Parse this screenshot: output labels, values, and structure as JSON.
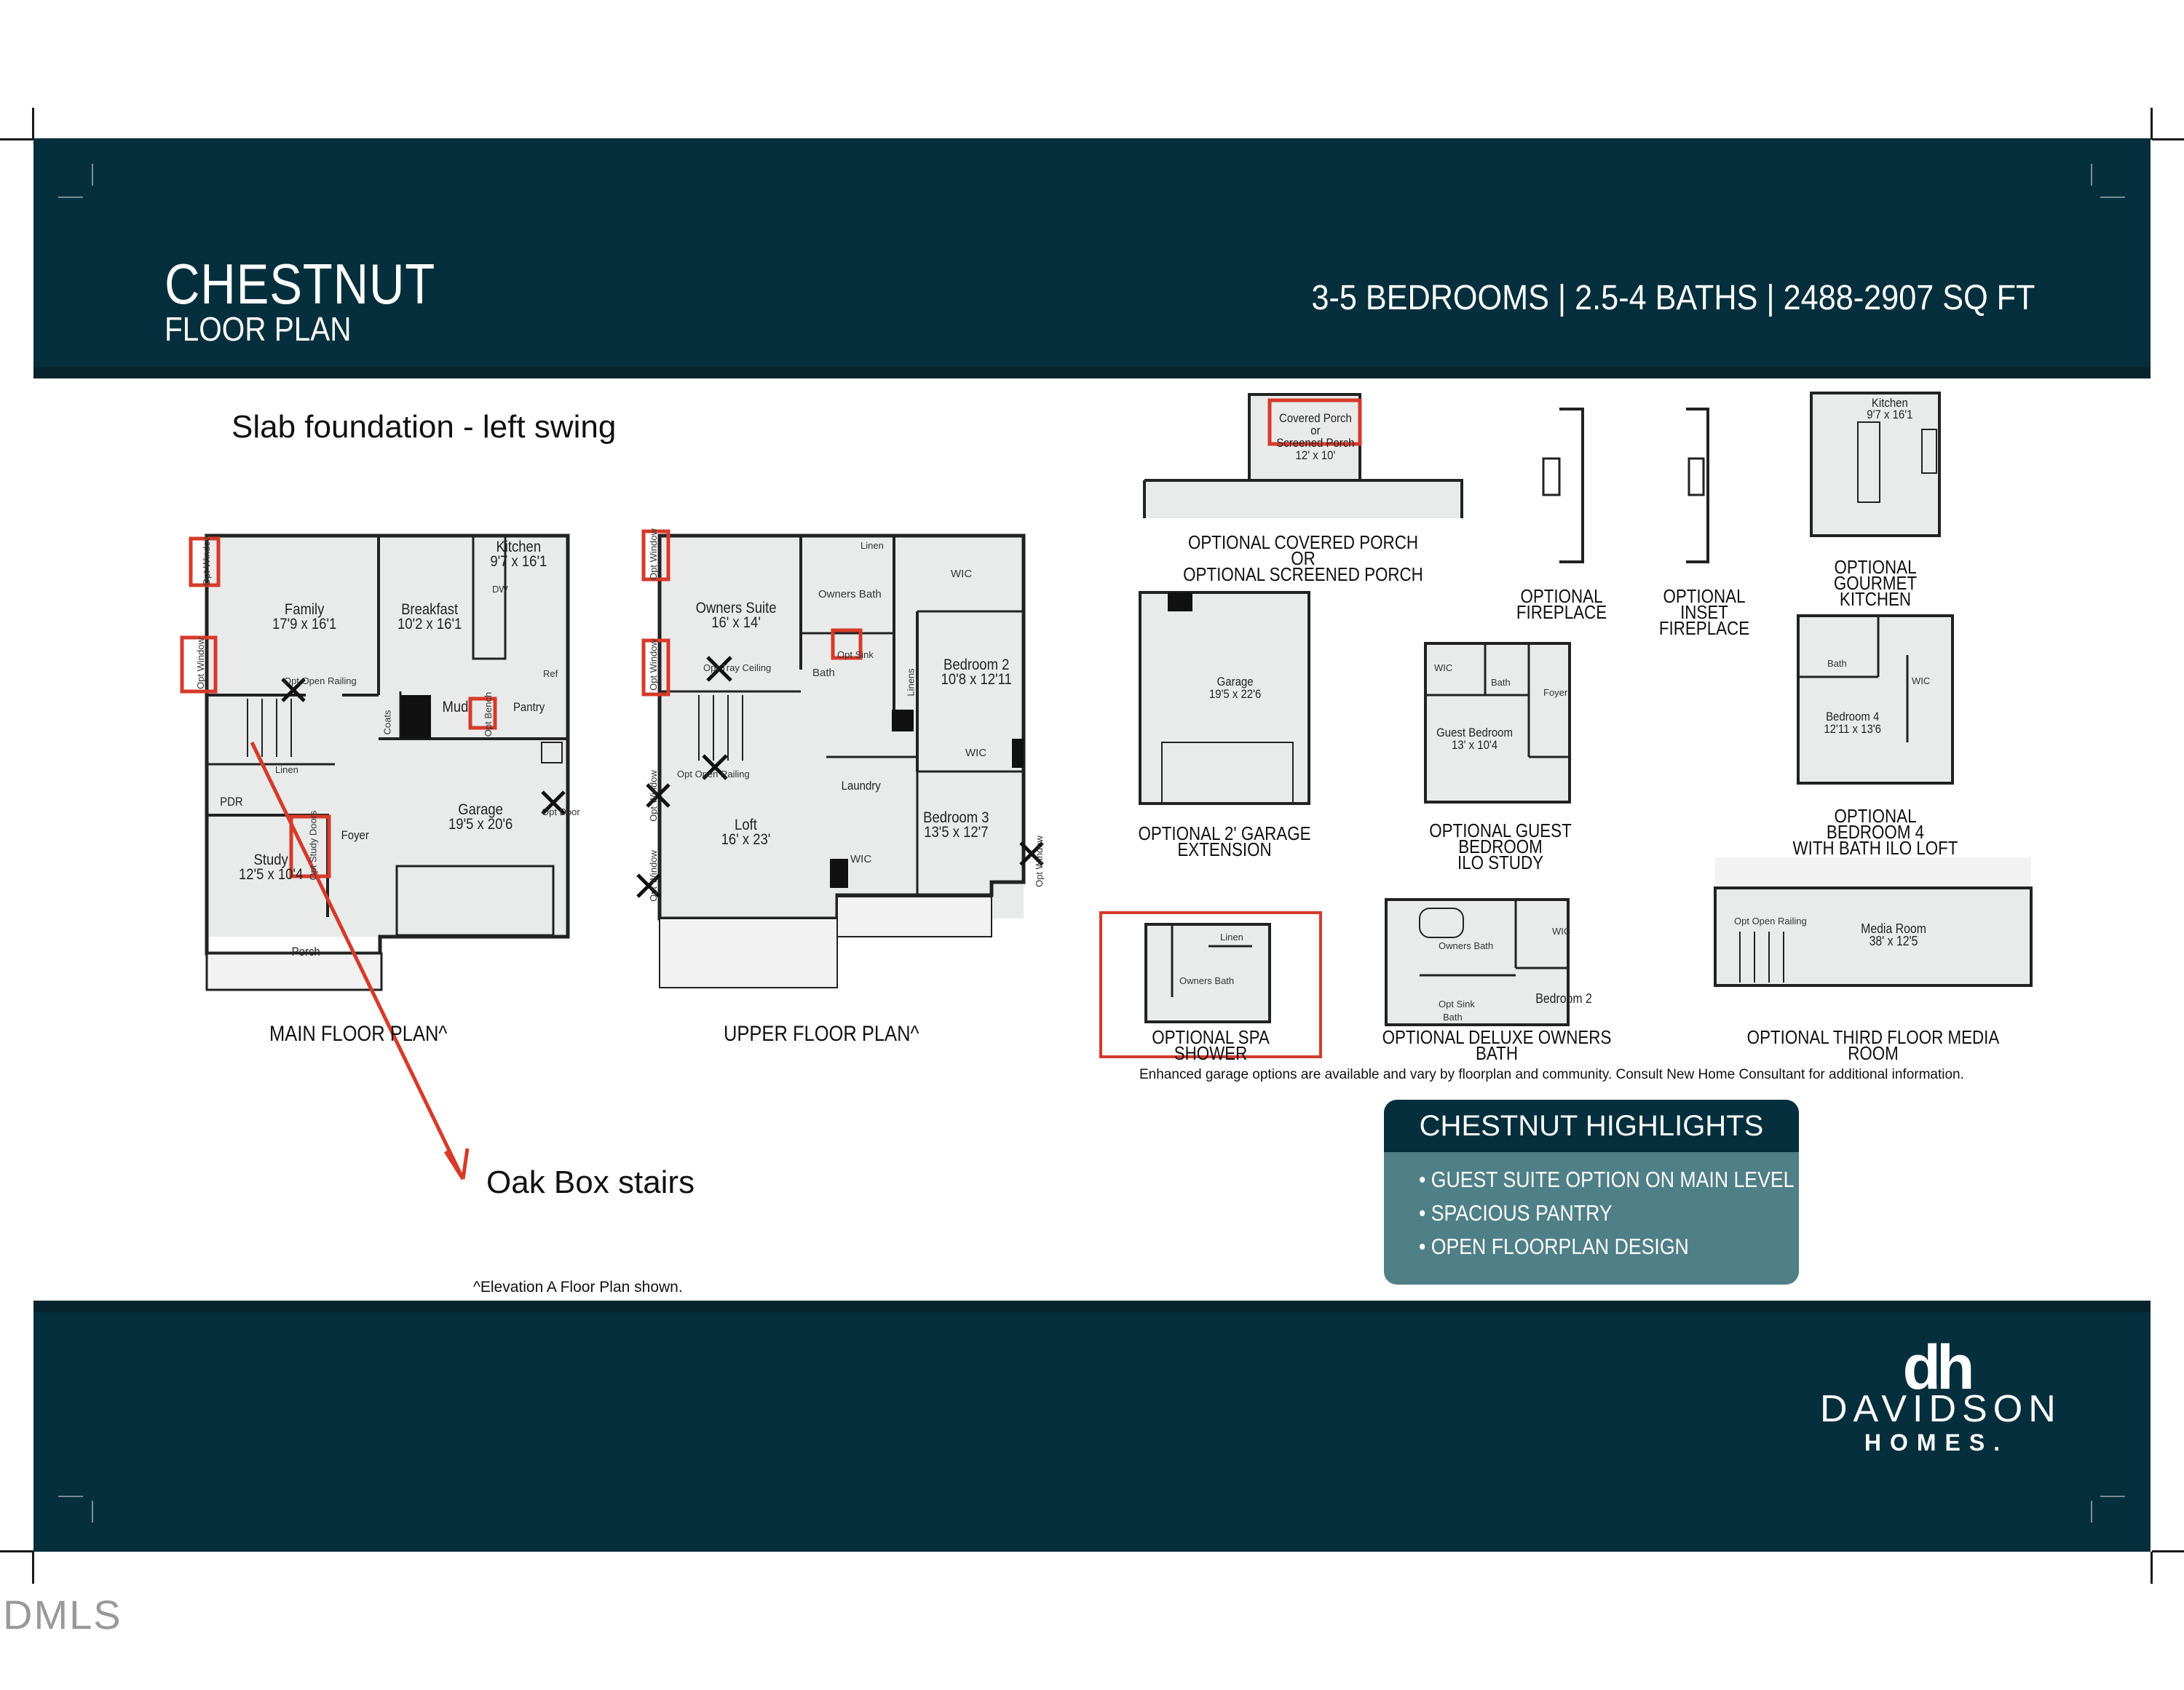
{
  "header": {
    "title": "CHESTNUT",
    "subtitle": "FLOOR PLAN",
    "specs": "3-5 BEDROOMS | 2.5-4 BATHS | 2488-2907 SQ FT"
  },
  "annotations": {
    "foundation_note": "Slab foundation - left swing",
    "stairs_note": "Oak Box stairs"
  },
  "main_floor": {
    "label": "MAIN FLOOR PLAN^",
    "rooms": {
      "kitchen": "Kitchen",
      "kitchen_dim": "9'7 x 16'1",
      "family": "Family",
      "family_dim": "17'9 x 16'1",
      "breakfast": "Breakfast",
      "breakfast_dim": "10'2 x 16'1",
      "mud": "Mud",
      "pantry": "Pantry",
      "coats": "Coats",
      "linen": "Linen",
      "pdr": "PDR",
      "garage": "Garage",
      "garage_dim": "19'5 x 20'6",
      "study": "Study",
      "study_dim": "12'5 x 10'4",
      "foyer": "Foyer",
      "porch": "Porch",
      "dw": "DW",
      "ref": "Ref",
      "opt_window": "Opt Window",
      "opt_door": "Opt Door",
      "opt_open_railing": "Opt Open Railing",
      "opt_bench": "Opt Bench",
      "opt_study_doors": "Opt Study Doors"
    }
  },
  "upper_floor": {
    "label": "UPPER FLOOR PLAN^",
    "rooms": {
      "owners_suite": "Owners Suite",
      "owners_suite_dim": "16' x 14'",
      "owners_bath": "Owners Bath",
      "linen": "Linen",
      "wic": "WIC",
      "bedroom2": "Bedroom 2",
      "bedroom2_dim": "10'8 x 12'11",
      "bath": "Bath",
      "linens": "Linens",
      "opt_sink": "Opt Sink",
      "loft": "Loft",
      "loft_dim": "16' x 23'",
      "laundry": "Laundry",
      "bedroom3": "Bedroom 3",
      "bedroom3_dim": "13'5 x 12'7",
      "opt_window": "Opt Window",
      "opt_tray_ceiling": "Opt Tray Ceiling",
      "opt_open_railing": "Opt Open Railing"
    }
  },
  "options": {
    "covered_porch": {
      "label_line1": "OPTIONAL COVERED PORCH OR",
      "label_line2": "OPTIONAL SCREENED PORCH",
      "room_line1": "Covered Porch",
      "room_line2": "or",
      "room_line3": "Screened Porch",
      "room_dim": "12' x 10'"
    },
    "fireplace": {
      "label_line1": "OPTIONAL",
      "label_line2": "FIREPLACE"
    },
    "inset_fireplace": {
      "label_line1": "OPTIONAL",
      "label_line2": "INSET FIREPLACE"
    },
    "gourmet_kitchen": {
      "label_line1": "OPTIONAL",
      "label_line2": "GOURMET KITCHEN",
      "room": "Kitchen",
      "room_dim": "9'7 x 16'1"
    },
    "garage_extension": {
      "label_line1": "OPTIONAL 2' GARAGE",
      "label_line2": "EXTENSION",
      "room": "Garage",
      "room_dim": "19'5 x 22'6"
    },
    "guest_bedroom": {
      "label_line1": "OPTIONAL GUEST BEDROOM",
      "label_line2": "ILO STUDY",
      "room": "Guest Bedroom",
      "room_dim": "13' x 10'4",
      "bath": "Bath",
      "wic": "WIC",
      "foyer": "Foyer"
    },
    "bedroom4": {
      "label_line1": "OPTIONAL BEDROOM 4",
      "label_line2": "WITH BATH ILO LOFT",
      "room": "Bedroom 4",
      "room_dim": "12'11 x 13'6",
      "bath": "Bath",
      "wic": "WIC"
    },
    "spa_shower": {
      "label": "OPTIONAL SPA SHOWER",
      "room": "Owners Bath",
      "linen": "Linen"
    },
    "deluxe_bath": {
      "label": "OPTIONAL DELUXE OWNERS BATH",
      "room": "Owners Bath",
      "bedroom2": "Bedroom 2",
      "wic": "WIC",
      "opt_sink": "Opt Sink",
      "bath": "Bath"
    },
    "media_room": {
      "label": "OPTIONAL THIRD FLOOR MEDIA ROOM",
      "room": "Media Room",
      "room_dim": "38' x 12'5",
      "railing": "Opt Open Railing"
    }
  },
  "disclaimer": "Enhanced garage options are available and vary by floorplan and community.  Consult New Home Consultant for additional information.",
  "elevation_note": "^Elevation A Floor Plan shown.",
  "highlights": {
    "heading": "CHESTNUT HIGHLIGHTS",
    "items": [
      "• GUEST SUITE OPTION ON MAIN LEVEL",
      "• SPACIOUS PANTRY",
      "• OPEN FLOORPLAN DESIGN"
    ]
  },
  "brand": {
    "monogram": "dh",
    "name": "DAVIDSON",
    "sub": "HOMES."
  },
  "watermark": "DMLS",
  "colors": {
    "band": "#052f3c",
    "highlights": "#4f7f87",
    "markup_red": "#d63a2a"
  }
}
